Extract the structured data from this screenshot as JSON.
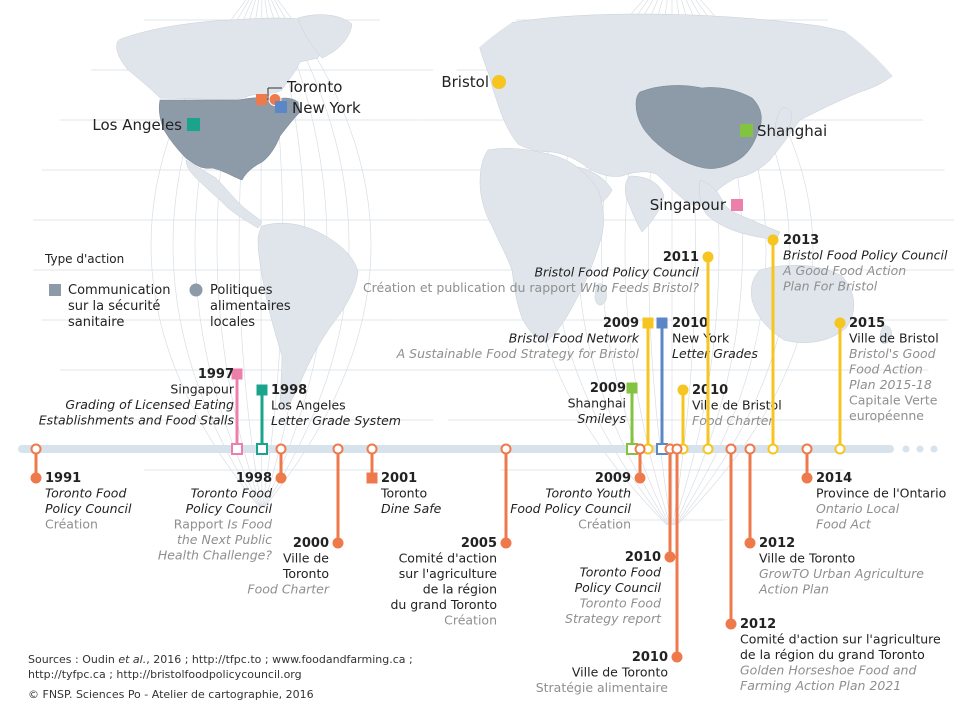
{
  "map": {
    "cities": [
      {
        "name": "Toronto",
        "kind": "both",
        "color_square": "#ee7a4c",
        "color_circle": "#ee7a4c"
      },
      {
        "name": "New York",
        "kind": "square",
        "color": "#5b87c6"
      },
      {
        "name": "Los Angeles",
        "kind": "square",
        "color": "#1aa48c"
      },
      {
        "name": "Bristol",
        "kind": "circle",
        "color": "#f6c520"
      },
      {
        "name": "Shanghai",
        "kind": "square",
        "color": "#82c340"
      },
      {
        "name": "Singapour",
        "kind": "square",
        "color": "#ec80ab"
      }
    ]
  },
  "legend": {
    "title": "Type d'action",
    "item1": [
      "Communication",
      "sur la sécurité",
      "sanitaire"
    ],
    "item2": [
      "Politiques",
      "alimentaires",
      "locales"
    ]
  },
  "colors": {
    "toronto": "#ee7a4c",
    "newyork": "#5b87c6",
    "losangeles": "#1aa48c",
    "bristol": "#f6c520",
    "shanghai": "#82c340",
    "singapour": "#ec80ab",
    "axis": "#d6e3ec",
    "land": "#8d9aa8",
    "land_light": "#dfe5ea"
  },
  "events_above": [
    {
      "id": "sg1997",
      "year": "1997",
      "city": "Singapour",
      "lines": [
        {
          "t": "Grading of Licensed Eating",
          "s": "i"
        },
        {
          "t": "Establishments and Food Stalls",
          "s": "i"
        }
      ],
      "color": "#ec80ab",
      "marker": "square"
    },
    {
      "id": "la1998",
      "year": "1998",
      "city": "Los Angeles",
      "lines": [
        {
          "t": "Letter Grade System",
          "s": "i"
        }
      ],
      "color": "#1aa48c",
      "marker": "square"
    },
    {
      "id": "sh2009",
      "year": "2009",
      "city": "Shanghai",
      "lines": [
        {
          "t": "Smileys",
          "s": "i"
        }
      ],
      "color": "#82c340",
      "marker": "square"
    },
    {
      "id": "br2009",
      "year": "2009",
      "city": "",
      "lines": [
        {
          "t": "Bristol Food Network",
          "s": "i"
        },
        {
          "t": "A Sustainable Food Strategy for Bristol",
          "s": "gi"
        }
      ],
      "color": "#f6c520",
      "marker": "square"
    },
    {
      "id": "ny2010",
      "year": "2010",
      "city": "New York",
      "lines": [
        {
          "t": "Letter Grades",
          "s": "i"
        }
      ],
      "color": "#5b87c6",
      "marker": "square"
    },
    {
      "id": "br2010",
      "year": "2010",
      "city": "Ville de Bristol",
      "lines": [
        {
          "t": "Food Charter",
          "s": "gi"
        }
      ],
      "color": "#f6c520",
      "marker": "circle"
    },
    {
      "id": "br2011",
      "year": "2011",
      "city": "",
      "lines": [
        {
          "t": "Bristol Food Policy Council",
          "s": "i"
        },
        {
          "t": "Création et publication du rapport ",
          "s": "g",
          "tail": "Who Feeds Bristol?"
        }
      ],
      "color": "#f6c520",
      "marker": "circle"
    },
    {
      "id": "br2013",
      "year": "2013",
      "city": "",
      "lines": [
        {
          "t": "Bristol Food Policy Council",
          "s": "i"
        },
        {
          "t": "A Good Food Action",
          "s": "gi"
        },
        {
          "t": "Plan For Bristol",
          "s": "gi"
        }
      ],
      "color": "#f6c520",
      "marker": "circle"
    },
    {
      "id": "br2015",
      "year": "2015",
      "city": "Ville de Bristol",
      "lines": [
        {
          "t": "Bristol's Good",
          "s": "gi"
        },
        {
          "t": "Food Action",
          "s": "gi"
        },
        {
          "t": "Plan 2015-18",
          "s": "gi"
        },
        {
          "t": "Capitale Verte",
          "s": "g"
        },
        {
          "t": "européenne",
          "s": "g"
        }
      ],
      "color": "#f6c520",
      "marker": "circle"
    }
  ],
  "events_below": [
    {
      "id": "to1991",
      "year": "1991",
      "lines": [
        {
          "t": "Toronto Food",
          "s": "i"
        },
        {
          "t": "Policy Council",
          "s": "i"
        },
        {
          "t": "Création",
          "s": "g"
        }
      ]
    },
    {
      "id": "to1998",
      "year": "1998",
      "lines": [
        {
          "t": "Toronto Food",
          "s": "i"
        },
        {
          "t": "Policy Council",
          "s": "i"
        },
        {
          "t": "Rapport ",
          "s": "g",
          "tail": "Is Food"
        },
        {
          "t": "the Next Public",
          "s": "gi"
        },
        {
          "t": "Health Challenge?",
          "s": "gi"
        }
      ]
    },
    {
      "id": "to2000",
      "year": "2000",
      "lines": [
        {
          "t": "Ville de",
          "s": "n"
        },
        {
          "t": "Toronto",
          "s": "n"
        },
        {
          "t": "Food Charter",
          "s": "gi"
        }
      ]
    },
    {
      "id": "to2001",
      "year": "2001",
      "marker": "square",
      "lines": [
        {
          "t": "Toronto",
          "s": "n"
        },
        {
          "t": "Dine Safe",
          "s": "i"
        }
      ]
    },
    {
      "id": "to2005",
      "year": "2005",
      "lines": [
        {
          "t": "Comité d'action",
          "s": "n"
        },
        {
          "t": "sur l'agriculture",
          "s": "n"
        },
        {
          "t": "de la région",
          "s": "n"
        },
        {
          "t": "du grand Toronto",
          "s": "n"
        },
        {
          "t": "Création",
          "s": "g"
        }
      ]
    },
    {
      "id": "to2009",
      "year": "2009",
      "lines": [
        {
          "t": "Toronto Youth",
          "s": "i"
        },
        {
          "t": "Food Policy Council",
          "s": "i"
        },
        {
          "t": "Création",
          "s": "g"
        }
      ]
    },
    {
      "id": "to2010a",
      "year": "2010",
      "lines": [
        {
          "t": "Toronto Food",
          "s": "i"
        },
        {
          "t": "Policy Council",
          "s": "i"
        },
        {
          "t": "Toronto Food",
          "s": "gi"
        },
        {
          "t": "Strategy report",
          "s": "gi"
        }
      ]
    },
    {
      "id": "to2010b",
      "year": "2010",
      "lines": [
        {
          "t": "Ville de Toronto",
          "s": "n"
        },
        {
          "t": "Stratégie alimentaire",
          "s": "g"
        }
      ]
    },
    {
      "id": "to2012a",
      "year": "2012",
      "lines": [
        {
          "t": "Ville de Toronto",
          "s": "n"
        },
        {
          "t": "GrowTO Urban Agriculture",
          "s": "gi"
        },
        {
          "t": "Action Plan",
          "s": "gi"
        }
      ]
    },
    {
      "id": "to2012b",
      "year": "2012",
      "lines": [
        {
          "t": "Comité d'action sur l'agriculture",
          "s": "n"
        },
        {
          "t": "de la région du grand Toronto",
          "s": "n"
        },
        {
          "t": "Golden Horseshoe Food and",
          "s": "gi"
        },
        {
          "t": "Farming Action Plan 2021",
          "s": "gi"
        }
      ]
    },
    {
      "id": "to2014",
      "year": "2014",
      "lines": [
        {
          "t": "Province de l'Ontario",
          "s": "n"
        },
        {
          "t": "Ontario Local",
          "s": "gi"
        },
        {
          "t": "Food Act",
          "s": "gi"
        }
      ]
    }
  ],
  "footer": {
    "sources_line1_a": "Sources : Oudin ",
    "sources_line1_b": "et al.",
    "sources_line1_c": ", 2016 ; http://tfpc.to ; www.foodandfarming.ca ;",
    "sources_line2": "http://tyfpc.ca ; http://bristolfoodpolicycouncil.org",
    "copyright": "© FNSP. Sciences Po - Atelier de cartographie, 2016"
  }
}
